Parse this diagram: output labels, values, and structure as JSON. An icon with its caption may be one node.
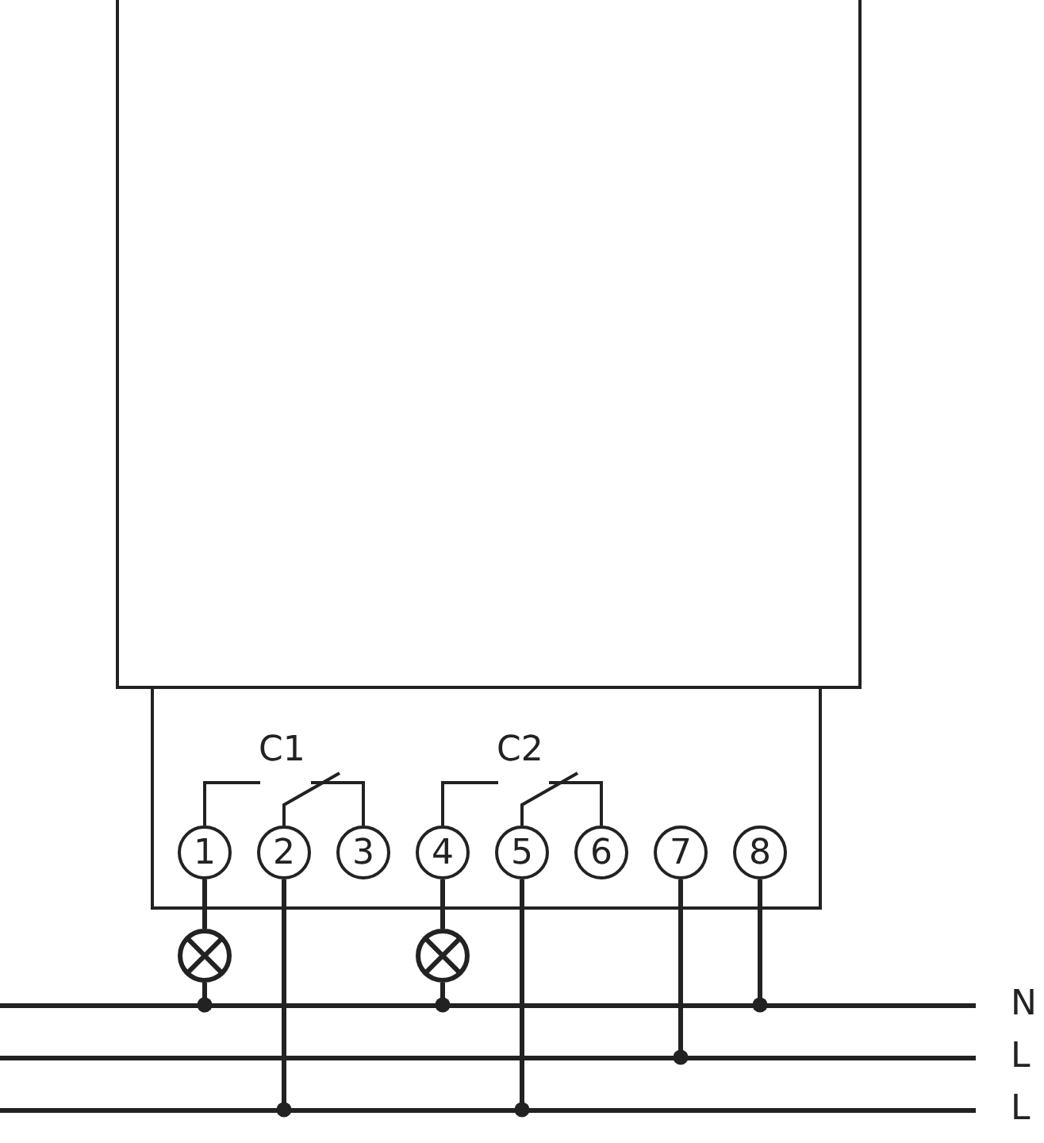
{
  "diagram": {
    "nodes": [
      {
        "text": [],
        "shape": "box"
      },
      {
        "text": [],
        "shape": "box"
      },
      {
        "text": [
          "1"
        ],
        "in": 1
      },
      {
        "text": [
          "2"
        ],
        "in": 1
      },
      {
        "text": [
          "3"
        ],
        "in": 1
      },
      {
        "text": [
          "4"
        ],
        "in": 1
      },
      {
        "text": [
          "5"
        ],
        "in": 1
      },
      {
        "text": [
          "6"
        ],
        "in": 1
      },
      {
        "text": [
          "7"
        ],
        "in": 1
      },
      {
        "text": [
          "8"
        ],
        "in": 1
      },
      {
        "text": [],
        "shape": "circle"
      },
      {
        "text": [],
        "shape": "circle"
      },
      {
        "text": [],
        "shape": "bar",
        "beside": [
          "N"
        ]
      },
      {
        "text": [],
        "shape": "bar",
        "beside": [
          "L"
        ]
      },
      {
        "text": [],
        "shape": "bar",
        "beside": [
          "L"
        ]
      }
    ],
    "edges": [
      {
        "from": 2,
        "to": 10,
        "arrow": "none"
      },
      {
        "from": 10,
        "to": 12,
        "arrow": "other"
      },
      {
        "from": 3,
        "to": 14,
        "arrow": "other"
      },
      {
        "from": 5,
        "to": 11,
        "arrow": "none"
      },
      {
        "from": 11,
        "to": 12,
        "arrow": "other"
      },
      {
        "from": 6,
        "to": 14,
        "arrow": "other"
      },
      {
        "from": 8,
        "to": 13,
        "arrow": "other"
      },
      {
        "from": 9,
        "to": 12,
        "arrow": "other"
      }
    ],
    "labels": [
      "C1",
      "C2"
    ]
  }
}
